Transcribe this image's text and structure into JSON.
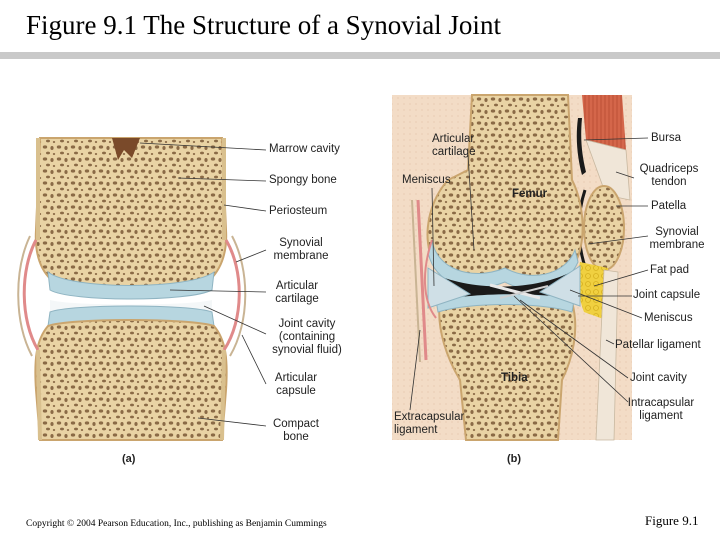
{
  "title": "Figure 9.1  The Structure of a Synovial Joint",
  "panel_a": {
    "letter": "(a)",
    "labels": {
      "marrow_cavity": "Marrow cavity",
      "spongy_bone": "Spongy bone",
      "periosteum": "Periosteum",
      "synovial_membrane": "Synovial\nmembrane",
      "articular_cartilage": "Articular\ncartilage",
      "joint_cavity": "Joint cavity\n(containing\nsynovial fluid)",
      "articular_capsule": "Articular\ncapsule",
      "compact_bone": "Compact\nbone"
    }
  },
  "panel_b": {
    "letter": "(b)",
    "labels": {
      "articular_cartilage": "Articular\ncartilage",
      "meniscus_left": "Meniscus",
      "femur": "Femur",
      "tibia": "Tibia",
      "extracapsular_ligament": "Extracapsular\nligament",
      "bursa": "Bursa",
      "quadriceps_tendon": "Quadriceps\ntendon",
      "patella": "Patella",
      "synovial_membrane": "Synovial\nmembrane",
      "fat_pad": "Fat pad",
      "joint_capsule": "Joint capsule",
      "meniscus_right": "Meniscus",
      "patellar_ligament": "Patellar ligament",
      "joint_cavity": "Joint cavity",
      "intracapsular_ligament": "Intracapsular\nligament"
    }
  },
  "footer": {
    "copyright": "Copyright © 2004 Pearson Education, Inc., publishing as Benjamin Cummings",
    "figure_number": "Figure 9.1"
  },
  "colors": {
    "bone": "#e9d3a4",
    "cartilage": "#b7d6e0",
    "synovial_membrane": "#e08a8a",
    "muscle": "#d4664a",
    "fat_pad": "#f0d040",
    "skin": "#f3dcc6",
    "cavity_dark": "#1a1a1a"
  }
}
